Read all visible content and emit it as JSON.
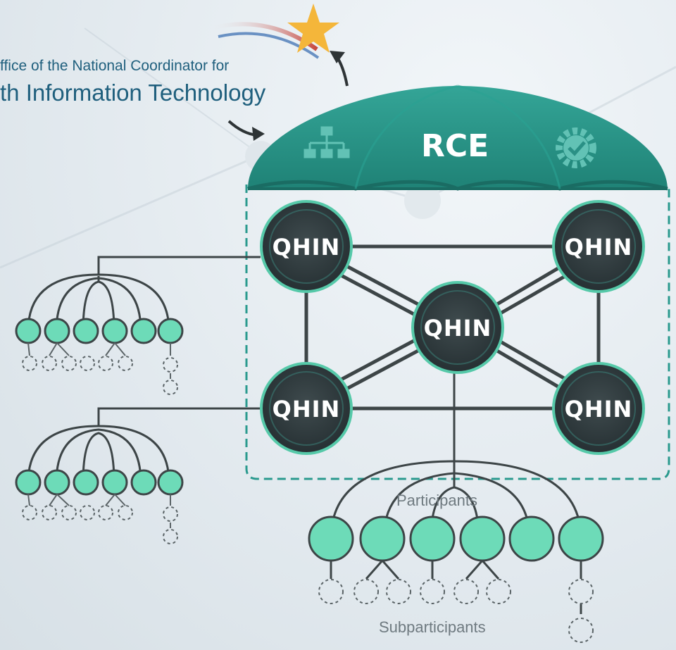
{
  "header": {
    "line1": "ffice of the National Coordinator for",
    "line2": "th Information Technology"
  },
  "umbrella": {
    "label": "RCE",
    "left_icon": "org-chart-icon",
    "right_icon": "gear-check-icon"
  },
  "qhin_nodes": [
    "QHIN",
    "QHIN",
    "QHIN",
    "QHIN",
    "QHIN"
  ],
  "captions": {
    "participants": "Participants",
    "subparticipants": "Subparticipants"
  },
  "colors": {
    "teal": "#2e9a8e",
    "teal_dark": "#1f7d72",
    "mint": "#6ddbb8",
    "node_dark": "#2f3a3d",
    "text_blue": "#1f5f7d"
  }
}
